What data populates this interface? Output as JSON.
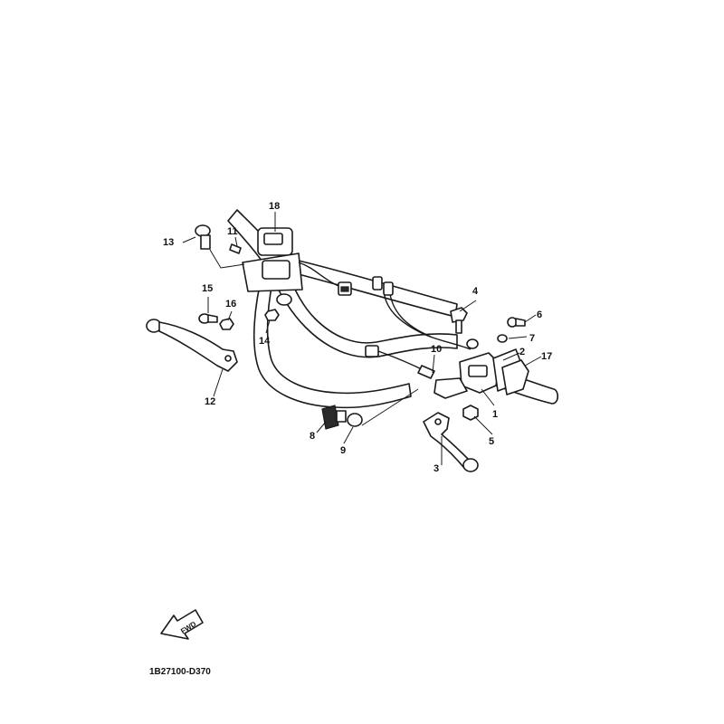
{
  "diagram": {
    "drawing_code": "1B27100-D370",
    "direction_label": "FWD",
    "callouts": [
      "1",
      "2",
      "3",
      "4",
      "5",
      "6",
      "7",
      "8",
      "9",
      "10",
      "11",
      "12",
      "13",
      "14",
      "15",
      "16",
      "17",
      "18"
    ]
  }
}
